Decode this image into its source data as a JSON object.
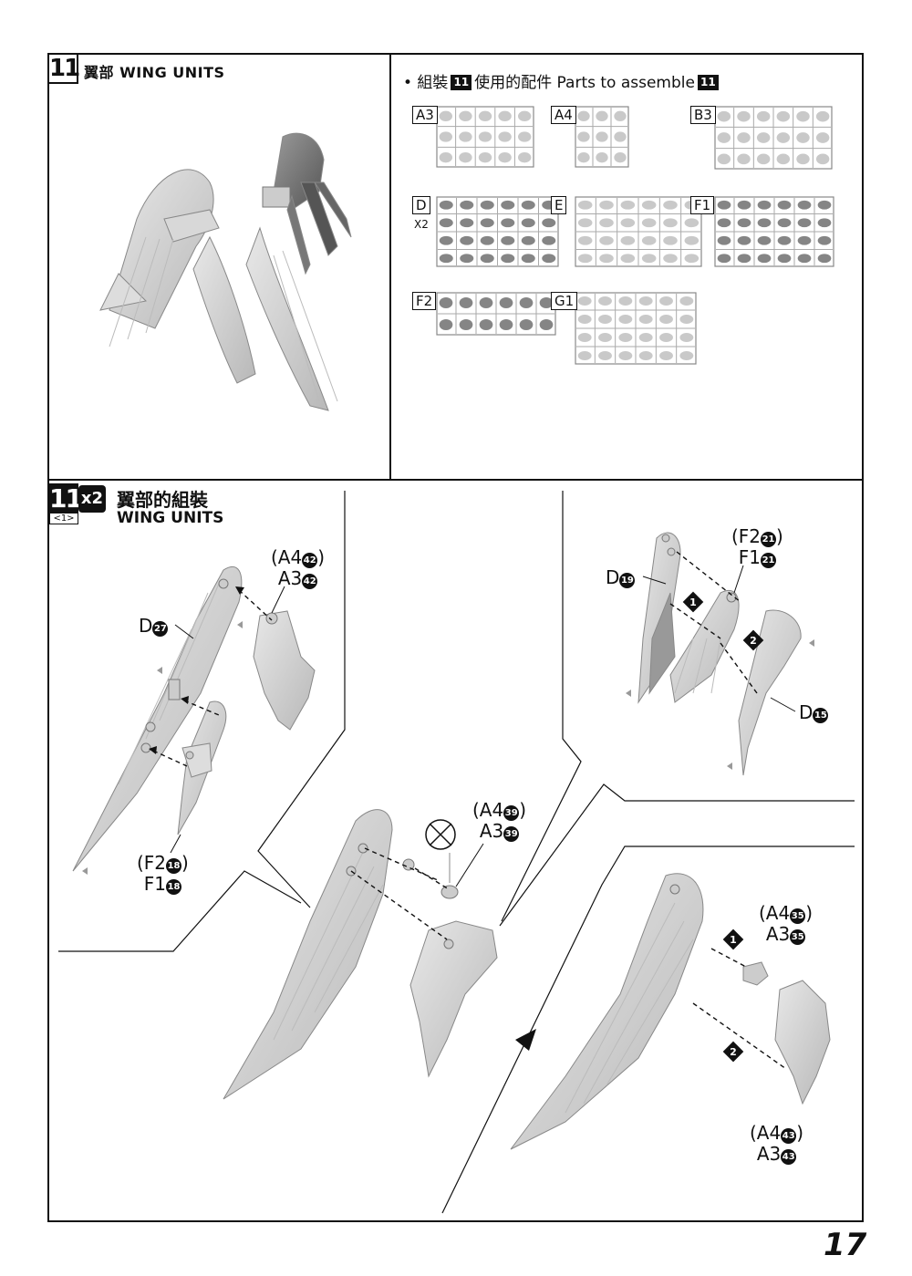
{
  "step1": {
    "number": "11",
    "title": "翼部 WING UNITS",
    "parts_prefix": "• 組裝",
    "parts_mid": "使用的配件",
    "parts_en": "Parts to assemble",
    "step_ref": "11",
    "runners": [
      {
        "label": "A3",
        "mult": ""
      },
      {
        "label": "A4",
        "mult": ""
      },
      {
        "label": "B3",
        "mult": ""
      },
      {
        "label": "D",
        "mult": "X2"
      },
      {
        "label": "E",
        "mult": ""
      },
      {
        "label": "F1",
        "mult": ""
      },
      {
        "label": "F2",
        "mult": ""
      },
      {
        "label": "G1",
        "mult": ""
      }
    ]
  },
  "step2": {
    "number": "11",
    "sub": "<1>",
    "multiplier": "x2",
    "title_cn": "翼部的組裝",
    "title_en": "WING UNITS",
    "labels": {
      "a4_42": {
        "l1a": "(A4",
        "n1": "42",
        "l1b": ")",
        "l2a": "A3",
        "n2": "42"
      },
      "d27": {
        "a": "D",
        "n": "27"
      },
      "f2_18": {
        "l1a": "(F2",
        "n1": "18",
        "l1b": ")",
        "l2a": "F1",
        "n2": "18"
      },
      "f2_21": {
        "l1a": "(F2",
        "n1": "21",
        "l1b": ")",
        "l2a": "F1",
        "n2": "21"
      },
      "d19": {
        "a": "D",
        "n": "19"
      },
      "d15": {
        "a": "D",
        "n": "15"
      },
      "a4_39": {
        "l1a": "(A4",
        "n1": "39",
        "l1b": ")",
        "l2a": "A3",
        "n2": "39"
      },
      "a4_35": {
        "l1a": "(A4",
        "n1": "35",
        "l1b": ")",
        "l2a": "A3",
        "n2": "35"
      },
      "a4_43": {
        "l1a": "(A4",
        "n1": "43",
        "l1b": ")",
        "l2a": "A3",
        "n2": "43"
      },
      "seq1": "1",
      "seq2": "2"
    }
  },
  "page_number": "17"
}
